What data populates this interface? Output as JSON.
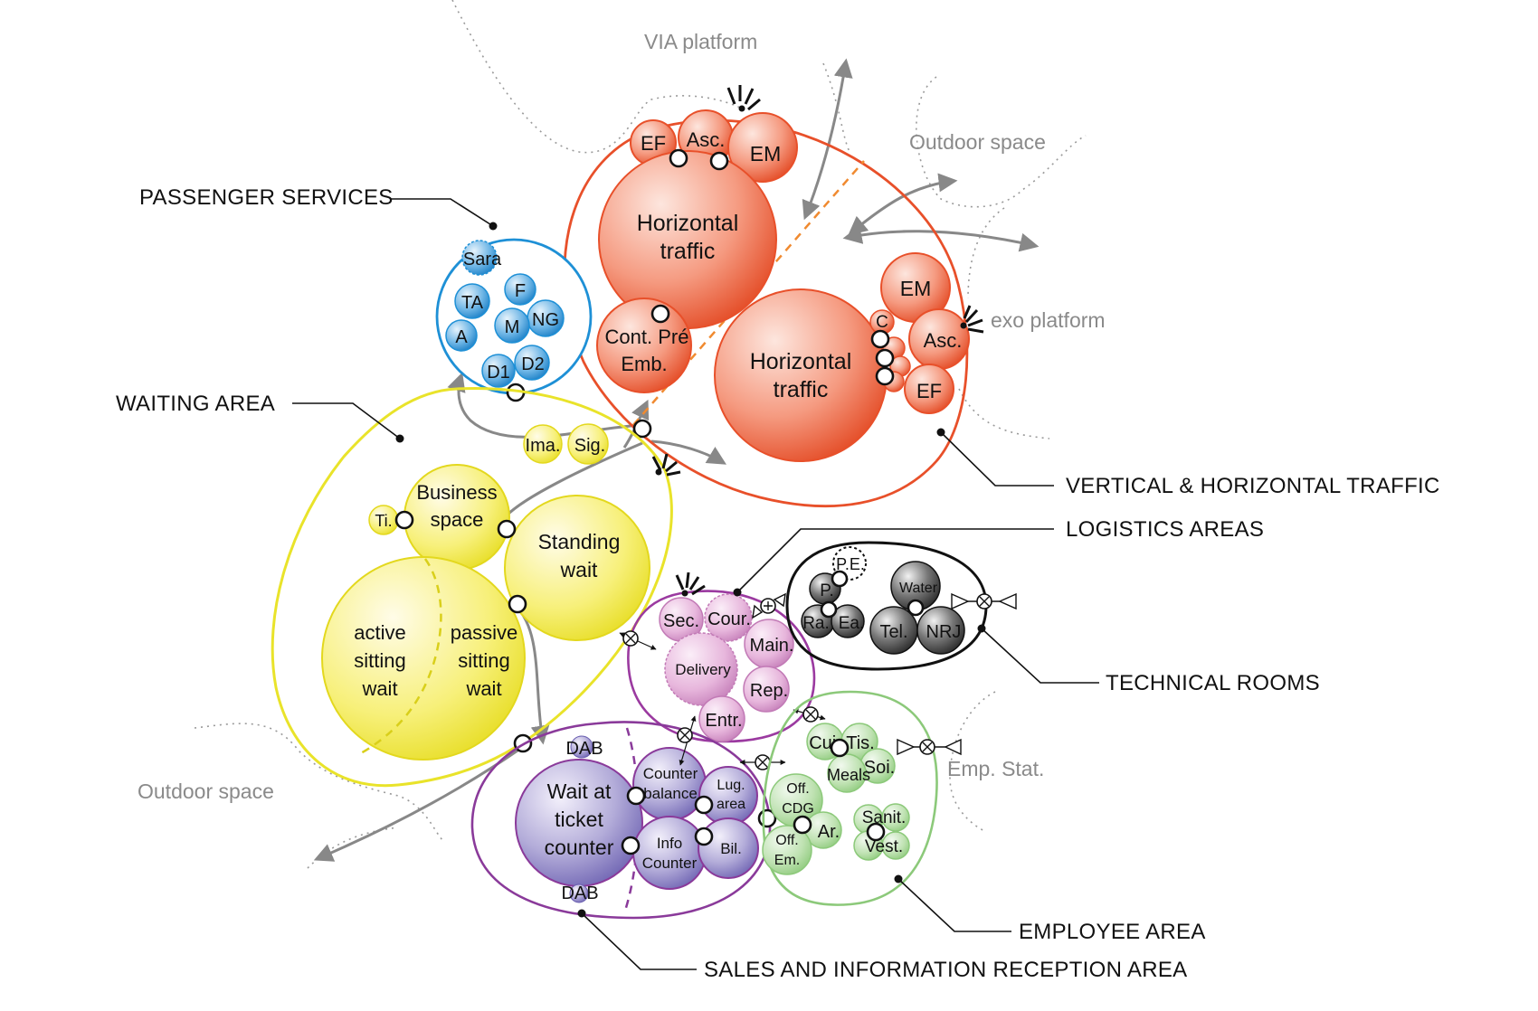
{
  "colors": {
    "passenger_services": "#1e90d6",
    "traffic": "#e8502a",
    "waiting": "#e9e32a",
    "logistics": "#9b3aa0",
    "technical": "#111111",
    "employee": "#8cc97a",
    "sales": "#8a3a9a",
    "exterior": "#8a8a8a"
  },
  "callouts": {
    "passenger_services": "PASSENGER SERVICES",
    "waiting_area": "WAITING AREA",
    "traffic": "VERTICAL & HORIZONTAL TRAFFIC",
    "logistics": "LOGISTICS AREAS",
    "technical": "TECHNICAL ROOMS",
    "employee": "EMPLOYEE AREA",
    "sales": "SALES AND INFORMATION RECEPTION AREA"
  },
  "exterior": {
    "via_platform": "VIA platform",
    "outdoor_top": "Outdoor space",
    "exo_platform": "exo platform",
    "outdoor_left": "Outdoor space",
    "emp_stat": "Emp. Stat."
  },
  "passenger": {
    "sara": "Sara",
    "ta": "TA",
    "f": "F",
    "ng": "NG",
    "m": "M",
    "a": "A",
    "d1": "D1",
    "d2": "D2"
  },
  "traffic": {
    "ef_top": "EF",
    "asc_top": "Asc.",
    "em_top": "EM",
    "horiz1": [
      "Horizontal",
      "traffic"
    ],
    "cont": [
      "Cont. Pré",
      "Emb."
    ],
    "horiz2": [
      "Horizontal",
      "traffic"
    ],
    "em_right": "EM",
    "c": "C",
    "asc_right": "Asc.",
    "ef_right": "EF"
  },
  "waiting": {
    "ima": "Ima.",
    "sig": "Sig.",
    "ti": "Ti.",
    "business": [
      "Business",
      "space"
    ],
    "standing": [
      "Standing",
      "wait"
    ],
    "active": [
      "active",
      "sitting",
      "wait"
    ],
    "passive": [
      "passive",
      "sitting",
      "wait"
    ]
  },
  "logistics": {
    "sec": "Sec.",
    "cour": "Cour.",
    "main": "Main.",
    "delivery": "Delivery",
    "rep": "Rep.",
    "entr": "Entr."
  },
  "technical": {
    "pe": "P.E.",
    "p": "P.",
    "ra": "Ra.",
    "ea": "Ea.",
    "water": "Water",
    "tel": "Tel.",
    "nrj": "NRJ"
  },
  "sales": {
    "dab_top": "DAB",
    "wait_counter": [
      "Wait at",
      "ticket",
      "counter"
    ],
    "counter_balance": [
      "Counter",
      "balance"
    ],
    "lug": [
      "Lug.",
      "area"
    ],
    "info": [
      "Info",
      "Counter"
    ],
    "bil": "Bil.",
    "dab_bottom": "DAB"
  },
  "employee": {
    "cui": "Cui.",
    "tis": "Tis.",
    "soi": "Soi.",
    "meals": "Meals",
    "off_cdg": [
      "Off.",
      "CDG"
    ],
    "ar": "Ar.",
    "off_em": [
      "Off.",
      "Em."
    ],
    "sanit": "Sanit.",
    "vest": "Vest."
  }
}
